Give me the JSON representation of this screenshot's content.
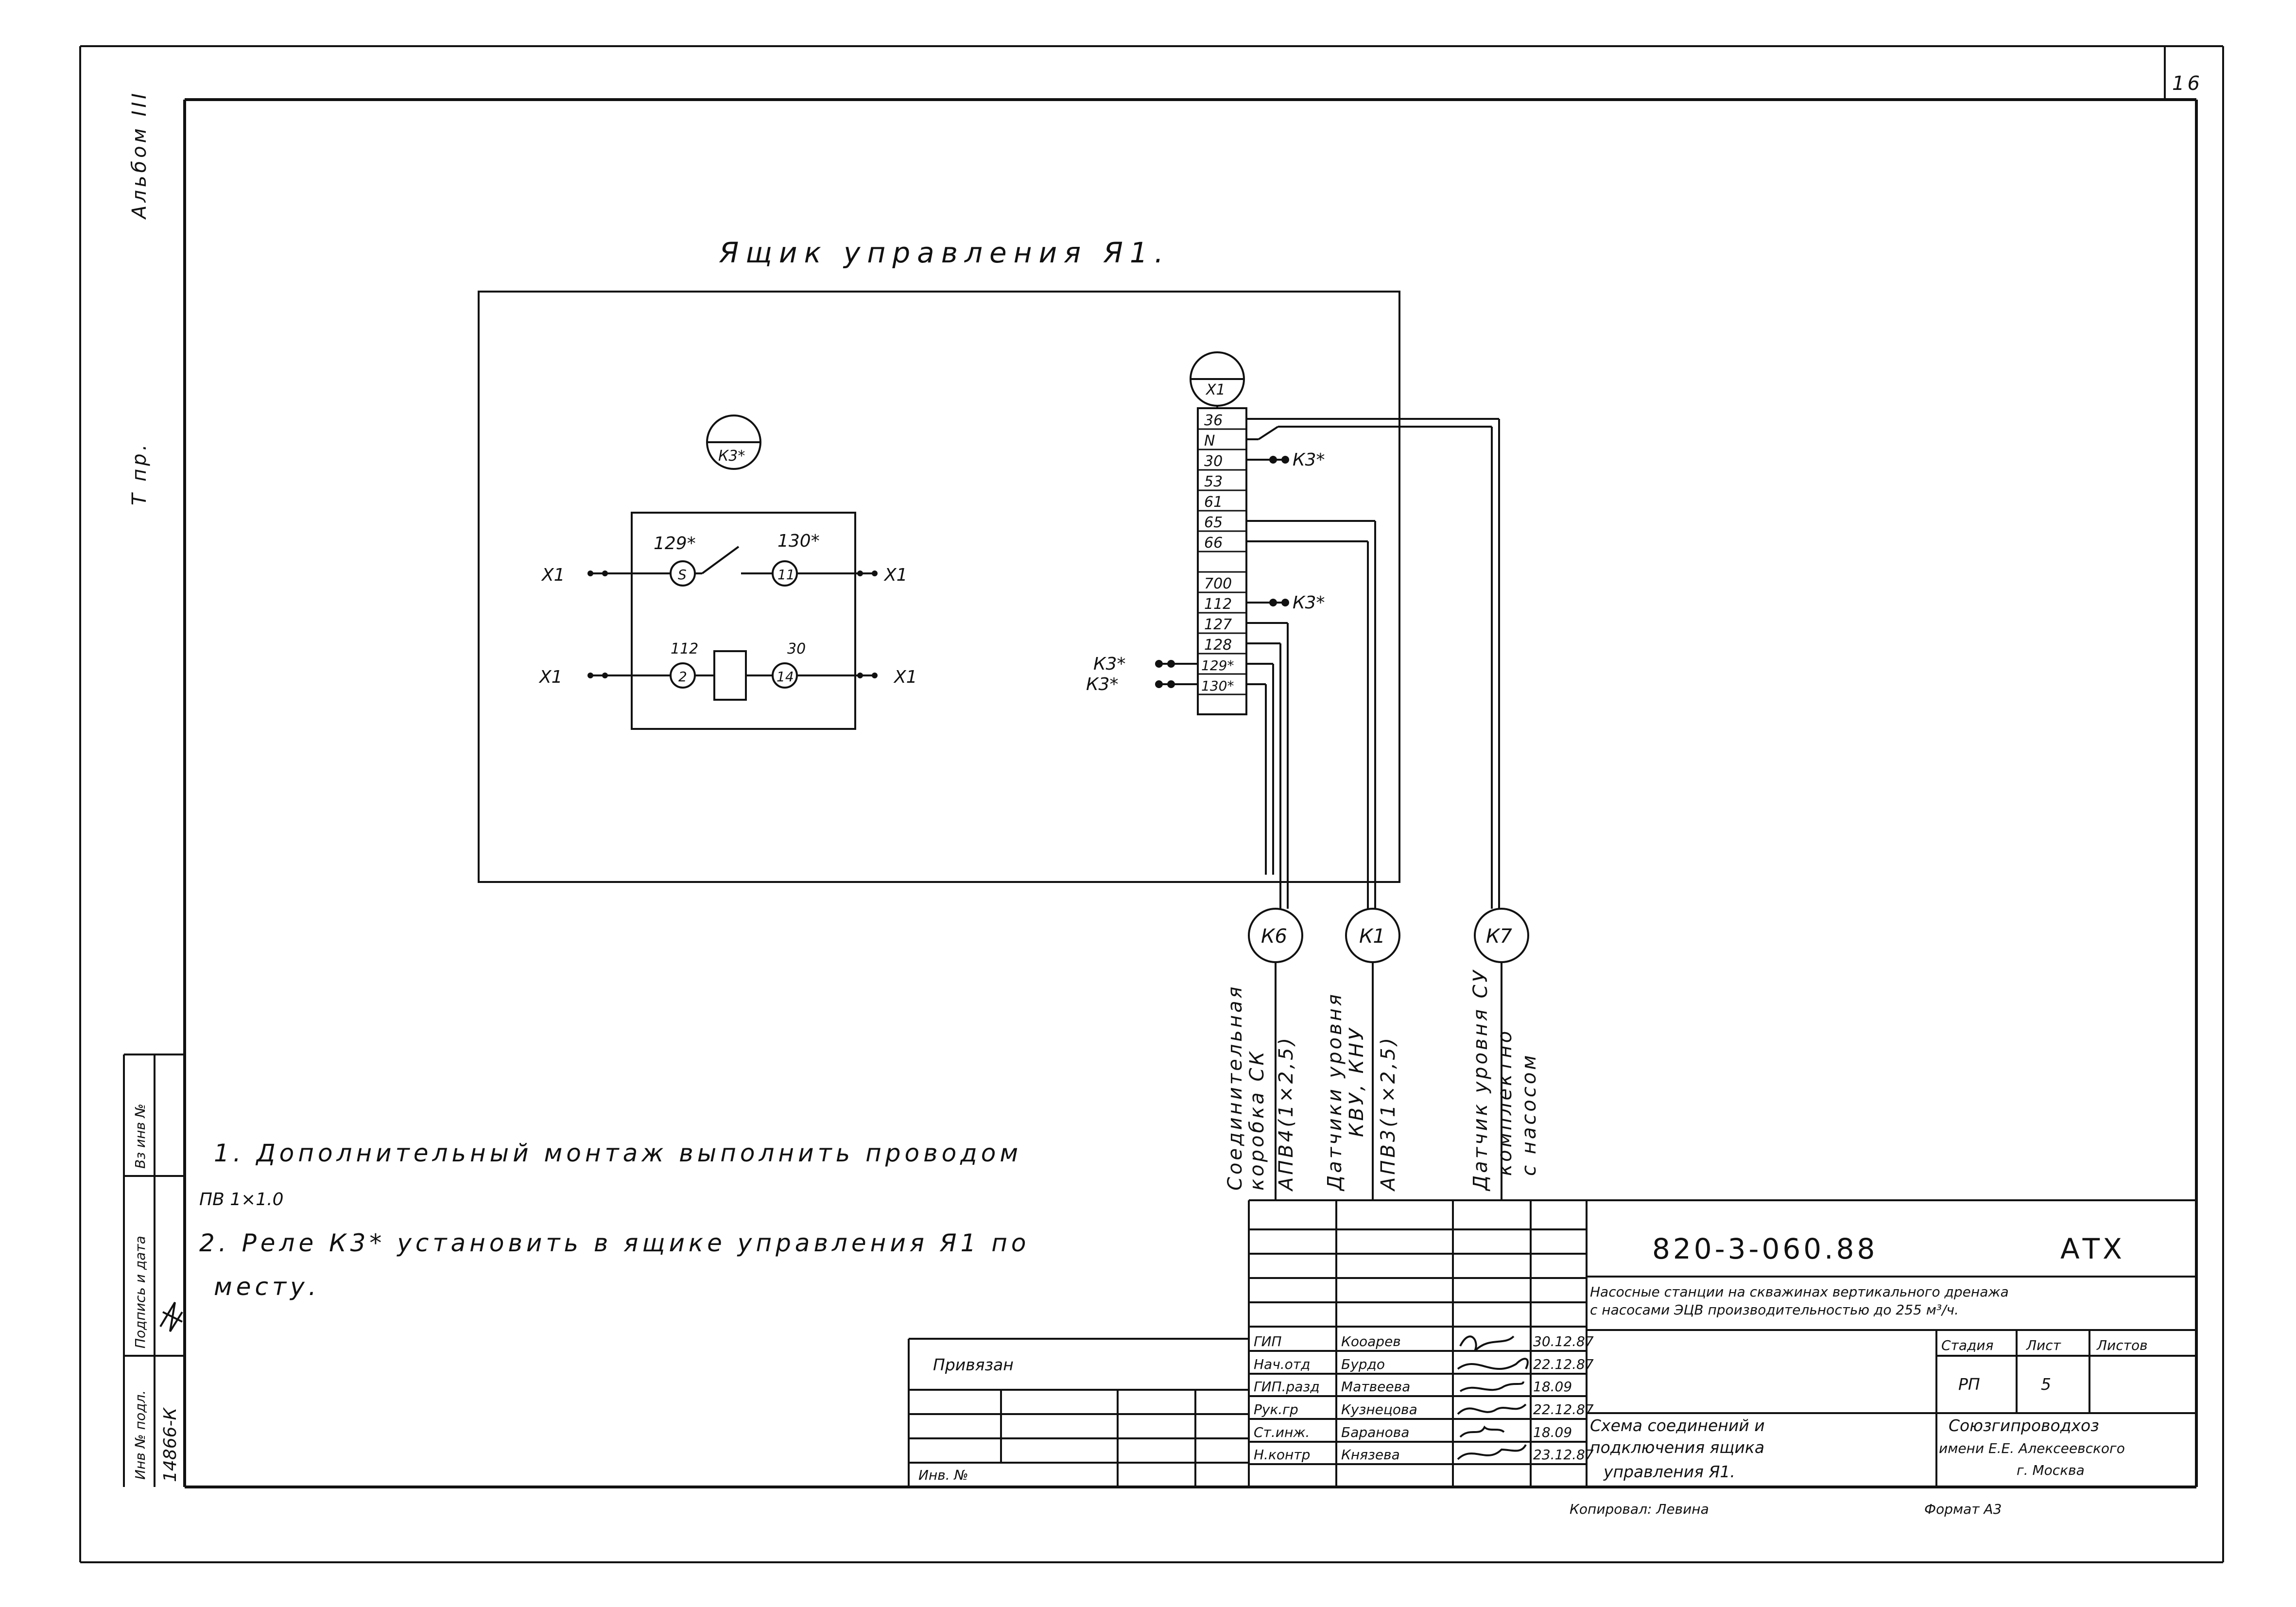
{
  "sheet_number": "16",
  "margin": {
    "album": "Альбом III",
    "tpr": "Т пр.",
    "stamp_labels": [
      "Инв № подл.",
      "Подпись и дата",
      "Вз инв №"
    ],
    "stamp_inv": "14866-К"
  },
  "title": "Ящик управления Я1.",
  "relay": {
    "label": "К3*",
    "row1": {
      "left": "X1",
      "right": "X1",
      "pin_left": "S",
      "pin_right": "11",
      "wire_left": "129*",
      "wire_right": "130*"
    },
    "row2": {
      "left": "X1",
      "right": "X1",
      "pin_left": "2",
      "pin_right": "14",
      "wire_left": "112",
      "wire_right": "30"
    }
  },
  "terminal": {
    "label": "X1",
    "cells": [
      "36",
      "N",
      "30",
      "53",
      "61",
      "65",
      "66",
      "",
      "700",
      "112",
      "127",
      "128",
      "129*",
      "130*"
    ],
    "ref_30": "К3*",
    "ref_112": "К3*",
    "ref_129": "К3*",
    "ref_130": "К3*"
  },
  "cables": [
    {
      "id": "К6",
      "desc": [
        "Соединительная",
        "коробка СК",
        "АПВ4(1×2,5)"
      ]
    },
    {
      "id": "К1",
      "desc": [
        "Датчики уровня",
        "КВУ, КНУ",
        "АПВ3(1×2,5)"
      ]
    },
    {
      "id": "К7",
      "desc": [
        "Датчик уровня СУ",
        "комплектно",
        "с насосом"
      ]
    }
  ],
  "notes": [
    "1. Дополнительный монтаж выполнить проводом",
    "ПВ 1×1.0",
    "2. Реле К3* установить в ящике управления Я1 по",
    "месту."
  ],
  "title_block": {
    "privyazan": "Привязан",
    "inv": "Инв. №",
    "code": "820-3-060.88",
    "part": "АТХ",
    "project_line1": "Насосные станции на скважинах вертикального дренажа",
    "project_line2": "с насосами ЭЦВ производительностью до 255 м³/ч.",
    "roles": [
      {
        "role": "ГИП",
        "name": "Кооарев",
        "date": "30.12.87"
      },
      {
        "role": "Нач.отд",
        "name": "Бурдо",
        "date": "22.12.87"
      },
      {
        "role": "ГИП.разд",
        "name": "Матвеева",
        "date": "18.09"
      },
      {
        "role": "Рук.гр",
        "name": "Кузнецова",
        "date": "22.12.87"
      },
      {
        "role": "Ст.инж.",
        "name": "Баранова",
        "date": "18.09"
      },
      {
        "role": "Н.контр",
        "name": "Князева",
        "date": "23.12.87"
      }
    ],
    "sheet_title": [
      "Схема соединений и",
      "подключения ящика",
      "управления Я1."
    ],
    "stage_label": "Стадия",
    "sheet_label": "Лист",
    "sheets_label": "Листов",
    "stage": "РП",
    "sheet": "5",
    "org": [
      "Союзгипроводхоз",
      "имени Е.Е. Алексеевского",
      "г. Москва"
    ],
    "copied": "Копировал: Левина",
    "format": "Формат А3"
  }
}
